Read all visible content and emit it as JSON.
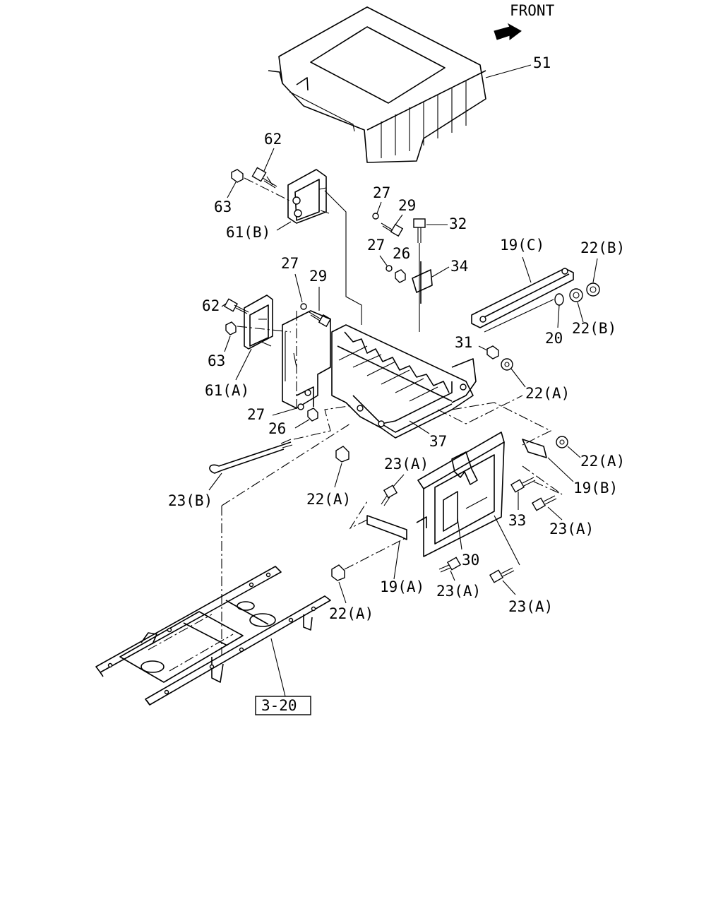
{
  "direction_label": "FRONT",
  "callouts": {
    "c51": "51",
    "c62_top": "62",
    "c63_top": "63",
    "c61b": "61(B)",
    "c27_a": "27",
    "c29_a": "29",
    "c32": "32",
    "c27_b": "27",
    "c26_a": "26",
    "c34": "34",
    "c19c": "19(C)",
    "c22b_a": "22(B)",
    "c27_c": "27",
    "c29_b": "29",
    "c62_mid": "62",
    "c63_mid": "63",
    "c61a": "61(A)",
    "c31": "31",
    "c20": "20",
    "c22b_b": "22(B)",
    "c22a_a": "22(A)",
    "c27_d": "27",
    "c26_b": "26",
    "c37": "37",
    "c22a_b": "22(A)",
    "c23a_a": "23(A)",
    "c19b": "19(B)",
    "c23b": "23(B)",
    "c22a_c": "22(A)",
    "c33": "33",
    "c23a_b": "23(A)",
    "c30": "30",
    "c19a": "19(A)",
    "c23a_c": "23(A)",
    "c23a_d": "23(A)",
    "c22a_d": "22(A)"
  },
  "reference_box": "3-20"
}
